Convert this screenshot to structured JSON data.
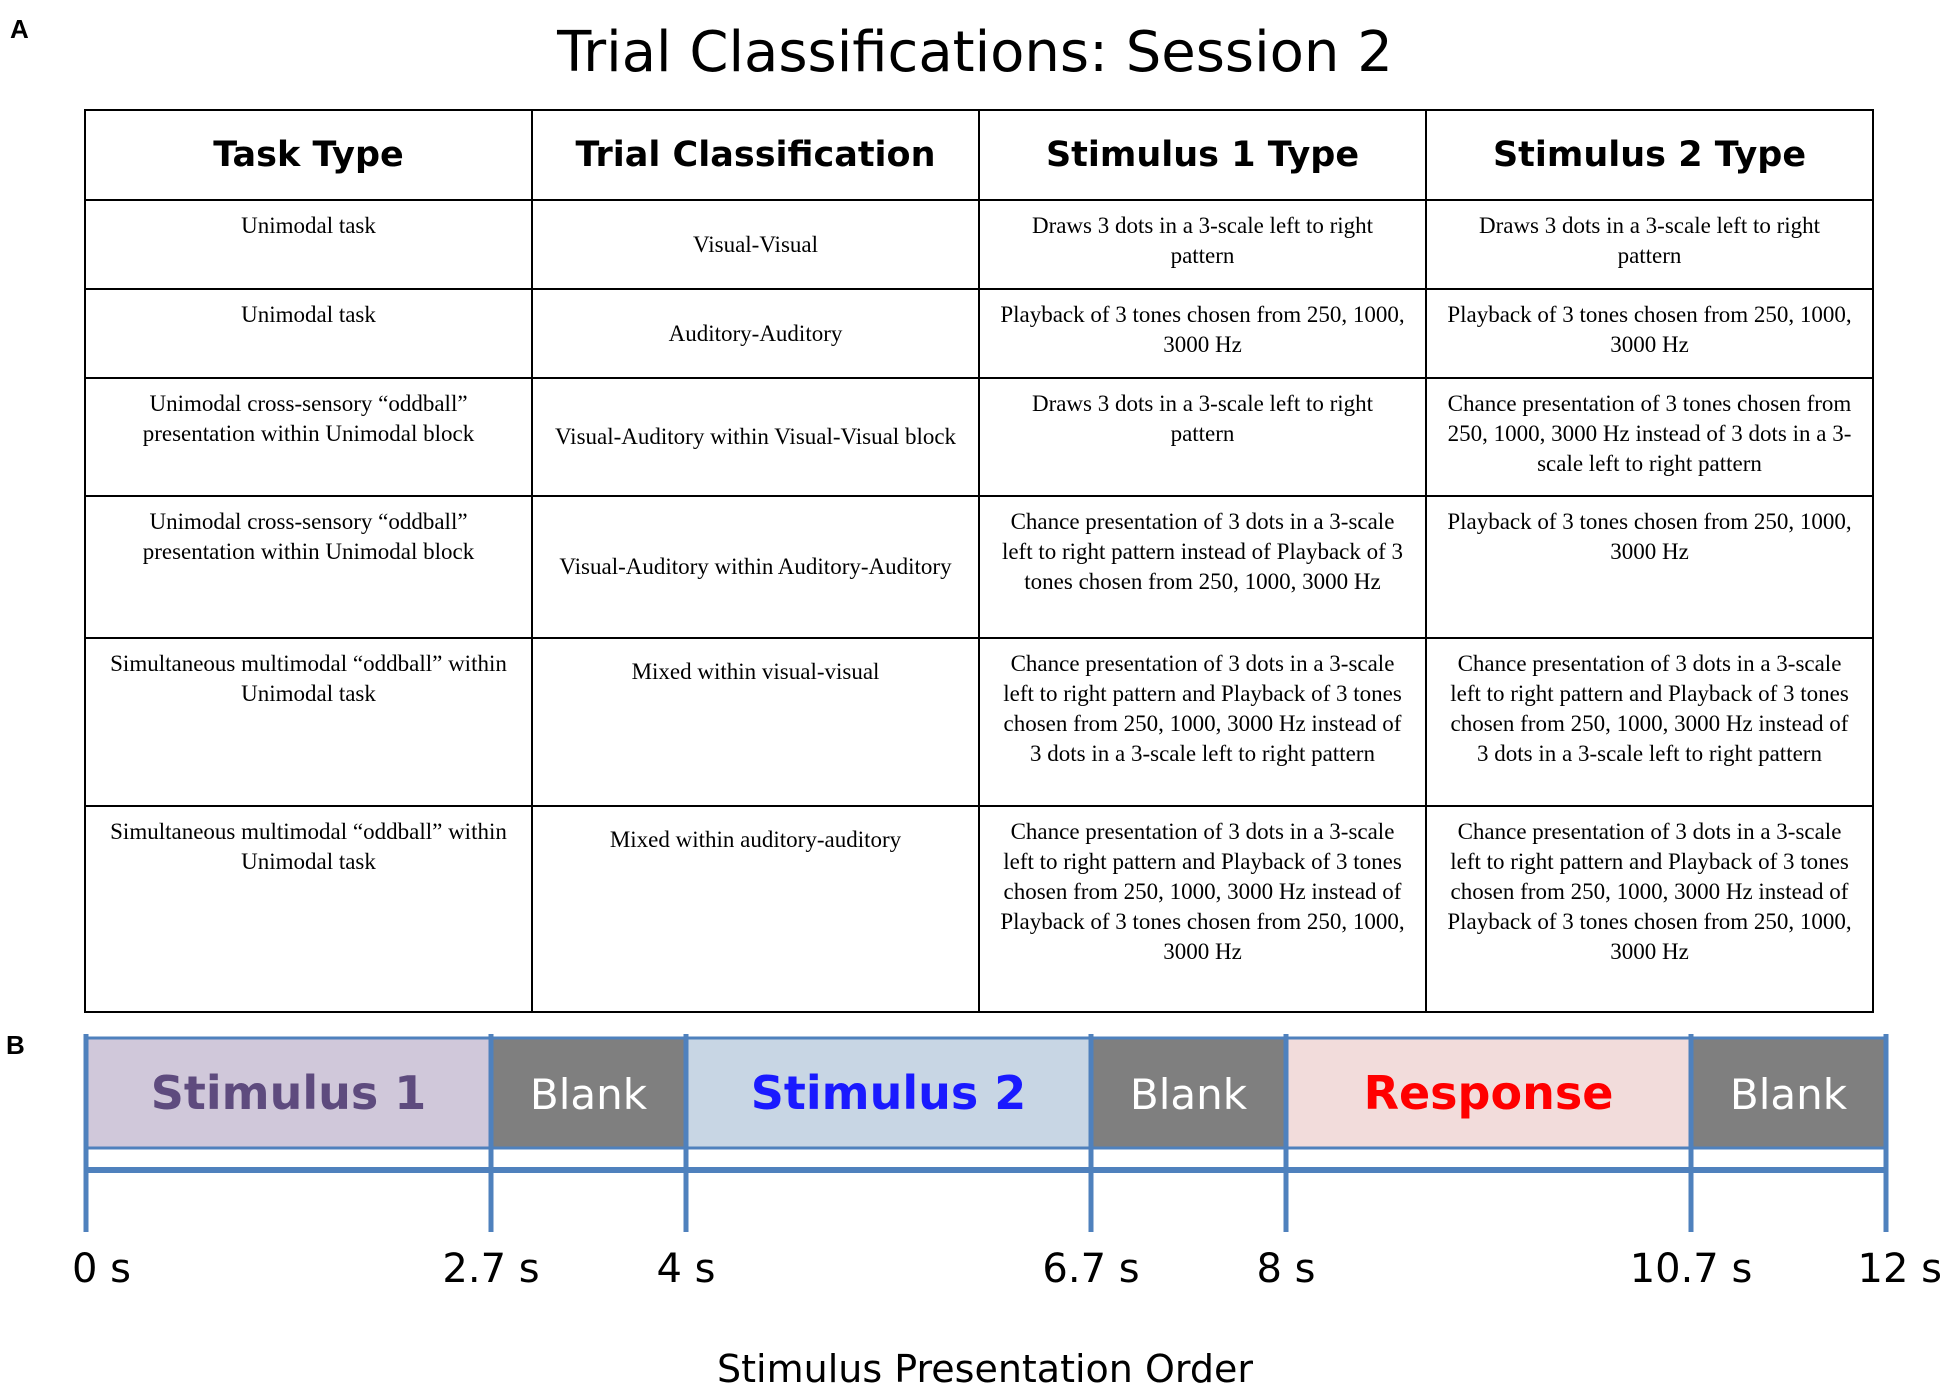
{
  "panel_a_label": "A",
  "panel_b_label": "B",
  "title": "Trial Classifications: Session 2",
  "table": {
    "headers": [
      "Task Type",
      "Trial Classification",
      "Stimulus 1 Type",
      "Stimulus 2 Type"
    ],
    "rows": [
      [
        "Unimodal task",
        "Visual-Visual",
        "Draws 3 dots in a 3-scale left to right pattern",
        "Draws 3 dots in a 3-scale left to right pattern"
      ],
      [
        "Unimodal task",
        "Auditory-Auditory",
        "Playback of 3 tones chosen from 250, 1000, 3000 Hz",
        "Playback of 3 tones chosen from 250, 1000, 3000 Hz"
      ],
      [
        "Unimodal cross-sensory “oddball” presentation within Unimodal block",
        "Visual-Auditory within Visual-Visual block",
        "Draws 3 dots in a 3-scale left to right pattern",
        "Chance presentation of 3 tones chosen from 250, 1000, 3000 Hz instead of 3 dots in a 3-scale left to right pattern"
      ],
      [
        "Unimodal cross-sensory “oddball” presentation within Unimodal block",
        "Visual-Auditory within Auditory-Auditory",
        "Chance presentation of 3 dots in a 3-scale left to right pattern instead of Playback of 3 tones chosen from 250, 1000, 3000 Hz",
        "Playback of 3 tones chosen from 250, 1000, 3000 Hz"
      ],
      [
        "Simultaneous multimodal “oddball” within Unimodal task",
        "Mixed within visual-visual",
        "Chance presentation of 3 dots in a 3-scale left to right pattern and Playback of 3 tones chosen from 250, 1000, 3000 Hz instead of 3 dots in a 3-scale left to right pattern",
        "Chance presentation of 3 dots in a 3-scale left to right pattern and Playback of 3 tones chosen from 250, 1000, 3000 Hz instead of 3 dots in a 3-scale left to right pattern"
      ],
      [
        "Simultaneous multimodal “oddball” within Unimodal task",
        "Mixed within auditory-auditory",
        "Chance presentation of 3 dots in a 3-scale left to right pattern and Playback of 3 tones chosen from 250, 1000, 3000 Hz instead of Playback of 3 tones chosen from 250, 1000, 3000 Hz",
        "Chance presentation of 3 dots in a 3-scale left to right pattern and Playback of 3 tones chosen from 250, 1000, 3000 Hz instead of Playback of 3 tones chosen from 250, 1000, 3000 Hz"
      ]
    ]
  },
  "timeline": {
    "segments": [
      {
        "label": "Stimulus 1",
        "start": 0,
        "end": 2.7,
        "fill": "#d0c8da",
        "text_color": "#5e4b7e",
        "bold": true
      },
      {
        "label": "Blank",
        "start": 2.7,
        "end": 4,
        "fill": "#7f7f7f",
        "text_color": "#ffffff",
        "bold": false
      },
      {
        "label": "Stimulus 2",
        "start": 4,
        "end": 6.7,
        "fill": "#c8d6e4",
        "text_color": "#1a1aff",
        "bold": true
      },
      {
        "label": "Blank",
        "start": 6.7,
        "end": 8,
        "fill": "#7f7f7f",
        "text_color": "#ffffff",
        "bold": false
      },
      {
        "label": "Response",
        "start": 8,
        "end": 10.7,
        "fill": "#f2dcdb",
        "text_color": "#ff0000",
        "bold": true
      },
      {
        "label": "Blank",
        "start": 10.7,
        "end": 12,
        "fill": "#7f7f7f",
        "text_color": "#ffffff",
        "bold": false
      }
    ],
    "ticks": [
      {
        "value": 0,
        "label": "0 s"
      },
      {
        "value": 2.7,
        "label": "2.7 s"
      },
      {
        "value": 4,
        "label": "4 s"
      },
      {
        "value": 6.7,
        "label": "6.7 s"
      },
      {
        "value": 8,
        "label": "8 s"
      },
      {
        "value": 10.7,
        "label": "10.7 s"
      },
      {
        "value": 12,
        "label": "12 s"
      }
    ],
    "axis_label": "Stimulus Presentation Order",
    "line_color": "#4f81bd"
  }
}
